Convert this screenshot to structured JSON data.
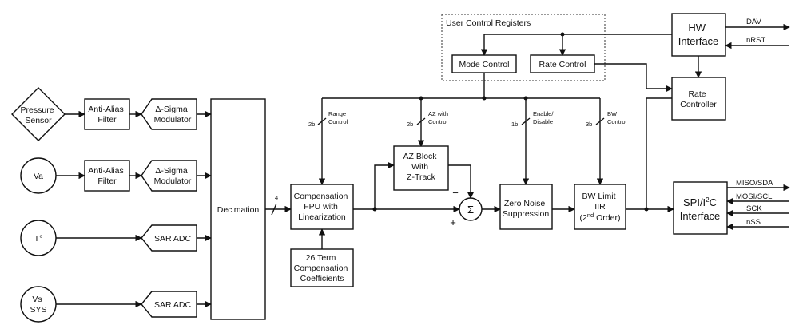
{
  "blocks": {
    "pressure_sensor": [
      "Pressure",
      "Sensor"
    ],
    "va": [
      "Va"
    ],
    "temp": [
      "T°"
    ],
    "vs_sys": [
      "Vs",
      "SYS"
    ],
    "anti_alias_1": [
      "Anti-Alias",
      "Filter"
    ],
    "anti_alias_2": [
      "Anti-Alias",
      "Filter"
    ],
    "delta_sigma_1": [
      "Δ-Sigma",
      "Modulator"
    ],
    "delta_sigma_2": [
      "Δ-Sigma",
      "Modulator"
    ],
    "sar_adc_1": [
      "SAR ADC"
    ],
    "sar_adc_2": [
      "SAR ADC"
    ],
    "decimation": [
      "Decimation"
    ],
    "compensation_fpu": [
      "Compensation",
      "FPU with",
      "Linearization"
    ],
    "coefficients": [
      "26 Term",
      "Compensation",
      "Coefficients"
    ],
    "az_block": [
      "AZ Block",
      "With",
      "Z-Track"
    ],
    "summer": [
      "Σ"
    ],
    "zero_noise": [
      "Zero Noise",
      "Suppression"
    ],
    "bw_limit": [
      "BW Limit",
      "IIR"
    ],
    "rate_controller": [
      "Rate",
      "Controller"
    ],
    "hw_interface": [
      "HW",
      "Interface"
    ],
    "mode_control": [
      "Mode Control"
    ],
    "rate_control": [
      "Rate Control"
    ]
  },
  "bw_order": {
    "pre": "(2",
    "sup": "nd",
    "post": " Order)"
  },
  "spi_interface": {
    "pre": "SPI/I",
    "sup": "2",
    "post": "C",
    "line2": "Interface"
  },
  "user_control_registers": "User Control Registers",
  "bus_labels": {
    "decimation_width": "4",
    "range_width": "2b",
    "range_control": [
      "Range",
      "Control"
    ],
    "az_width": "2b",
    "az_control": [
      "AZ with",
      "Control"
    ],
    "enable_width": "1b",
    "enable_disable": [
      "Enable/",
      "Disable"
    ],
    "bw_width": "3b",
    "bw_control": [
      "BW",
      "Control"
    ]
  },
  "summer_signs": {
    "minus": "−",
    "plus": "+"
  },
  "pins": {
    "dav": "DAV",
    "nrst": "nRST",
    "miso_sda": "MISO/SDA",
    "mosi_scl": "MOSI/SCL",
    "sck": "SCK",
    "nss": "nSS"
  }
}
